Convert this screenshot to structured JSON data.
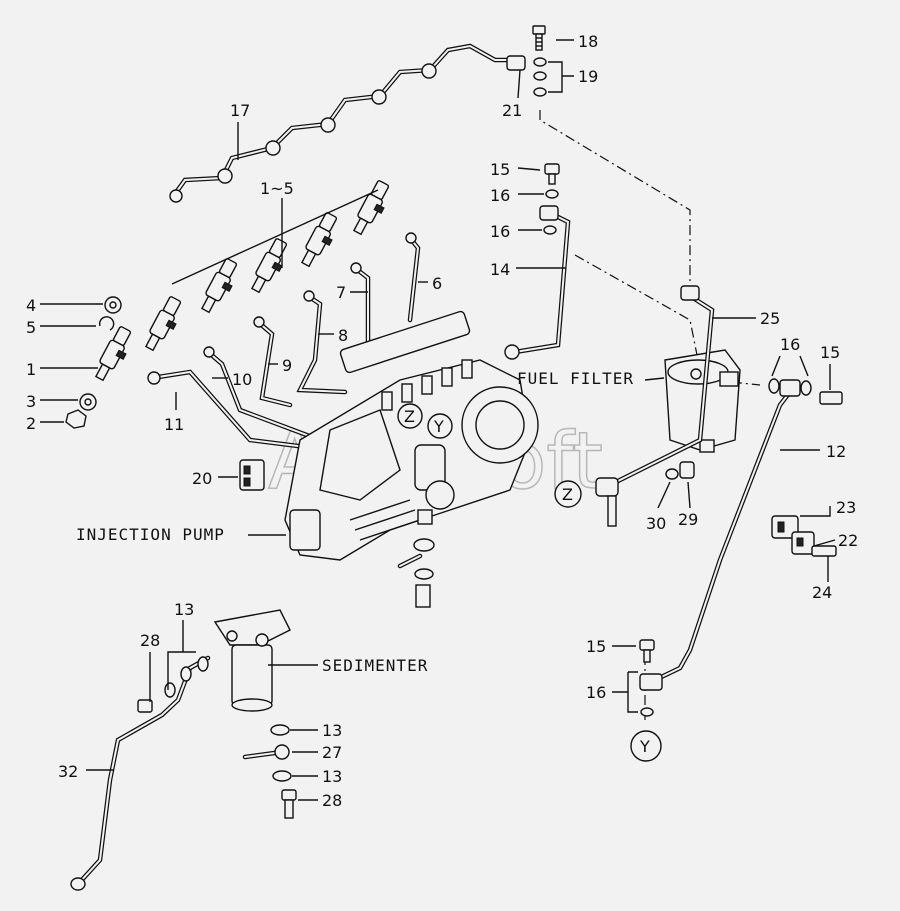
{
  "diagram": {
    "watermark": "AutoSoft",
    "captions": {
      "fuel_filter": "FUEL FILTER",
      "injection_pump": "INJECTION PUMP",
      "sedimenter": "SEDIMENTER"
    },
    "callouts": {
      "c18": "18",
      "c19": "19",
      "c21": "21",
      "c17": "17",
      "c15a": "15",
      "c16a": "16",
      "c16b": "16",
      "c14": "14",
      "c1_5": "1~5",
      "c6": "6",
      "c7": "7",
      "c8": "8",
      "c9": "9",
      "c10": "10",
      "c11": "11",
      "c4": "4",
      "c5": "5",
      "c1": "1",
      "c3": "3",
      "c2": "2",
      "c25": "25",
      "c16c": "16",
      "c15b": "15",
      "c12": "12",
      "c20": "20",
      "c30": "30",
      "c29": "29",
      "c23": "23",
      "c22": "22",
      "c24": "24",
      "c13a": "13",
      "c28a": "28",
      "c15c": "15",
      "c16d": "16",
      "c13b": "13",
      "c27": "27",
      "c13c": "13",
      "c28b": "28",
      "c32": "32"
    },
    "markers": {
      "z1": "Z",
      "y1": "Y",
      "z2": "Z",
      "y2": "Y"
    }
  }
}
